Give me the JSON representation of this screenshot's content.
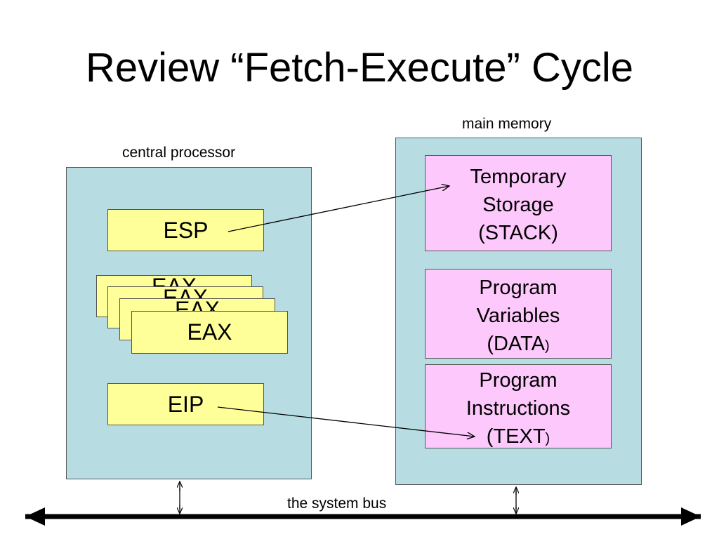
{
  "title": "Review “Fetch-Execute” Cycle",
  "processor": {
    "caption": "central processor",
    "registers": {
      "esp": "ESP",
      "eax_stack": [
        "EAX",
        "EAX",
        "EAX",
        "EAX"
      ],
      "eip": "EIP"
    }
  },
  "memory": {
    "caption": "main memory",
    "segments": [
      {
        "lines": [
          "Temporary",
          "Storage",
          "(STACK)"
        ]
      },
      {
        "lines": [
          "Program",
          "Variables",
          "(DATA"
        ],
        "suffix": ")"
      },
      {
        "lines": [
          "Program",
          "Instructions",
          "(TEXT"
        ],
        "suffix": ")"
      }
    ]
  },
  "bus": {
    "caption": "the system bus"
  },
  "colors": {
    "panel": "#b7dde3",
    "register": "#ffff99",
    "memory_segment": "#fdc8fb",
    "border": "#555555"
  }
}
